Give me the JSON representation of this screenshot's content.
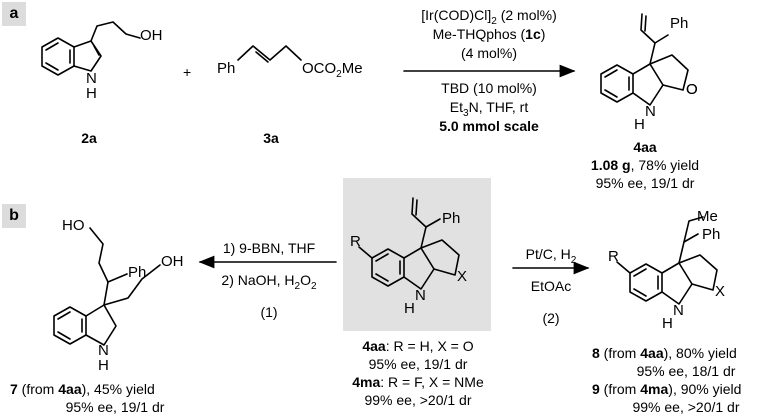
{
  "panels": {
    "a": "a",
    "b": "b"
  },
  "panel_a": {
    "reactant1": {
      "label": "2a",
      "OH": "OH",
      "H": "H",
      "N": "N"
    },
    "plus": "+",
    "reactant2": {
      "label": "3a",
      "Ph": "Ph",
      "group": "OCO",
      "group_sub": "2",
      "group_end": "Me"
    },
    "conditions_above": {
      "line1_a": "[Ir(COD)Cl]",
      "line1_sub": "2",
      "line1_b": " (2 mol%)",
      "line2_a": "Me-THQphos (",
      "line2_bold": "1c",
      "line2_b": ")",
      "line3": "(4 mol%)"
    },
    "conditions_below": {
      "line1": "TBD (10 mol%)",
      "line2_a": "Et",
      "line2_sub": "3",
      "line2_b": "N, THF, rt",
      "line3": "5.0 mmol scale"
    },
    "product": {
      "Ph": "Ph",
      "N": "N",
      "H": "H",
      "O": "O",
      "label": "4aa",
      "yield_bold": "1.08 g",
      "yield_rest": ", 78% yield",
      "ee": "95% ee, 19/1 dr"
    }
  },
  "panel_b": {
    "left_product": {
      "HO": "HO",
      "OH": "OH",
      "Ph": "Ph",
      "N": "N",
      "H": "H",
      "line1_bold": "7",
      "line1_a": " (from ",
      "line1_bold2": "4aa",
      "line1_b": "), 45% yield",
      "line2": "95% ee, 19/1 dr"
    },
    "left_conditions": {
      "line1": "1) 9-BBN, THF",
      "line2_a": "2) NaOH, H",
      "line2_sub": "2",
      "line2_b": "O",
      "line2_sub2": "2",
      "line3": "(1)"
    },
    "center": {
      "R": "R",
      "Ph": "Ph",
      "N": "N",
      "H": "H",
      "X": "X",
      "line1_bold": "4aa",
      "line1_rest": ": R = H, X = O",
      "line2": "95% ee, 19/1 dr",
      "line3_bold": "4ma",
      "line3_rest": ": R = F, X = NMe",
      "line4": "99% ee, >20/1 dr"
    },
    "right_conditions": {
      "line1_a": "Pt/C, H",
      "line1_sub": "2",
      "line2": "EtOAc",
      "line3": "(2)"
    },
    "right_product": {
      "Me": "Me",
      "Ph": "Ph",
      "R": "R",
      "N": "N",
      "H": "H",
      "X": "X",
      "line1_bold": "8",
      "line1_a": " (from ",
      "line1_bold2": "4aa",
      "line1_b": "), 80% yield",
      "line2": "95% ee, 18/1 dr",
      "line3_bold": "9",
      "line3_a": " (from ",
      "line3_bold2": "4ma",
      "line3_b": "), 90% yield",
      "line4": "99% ee, >20/1 dr"
    }
  }
}
